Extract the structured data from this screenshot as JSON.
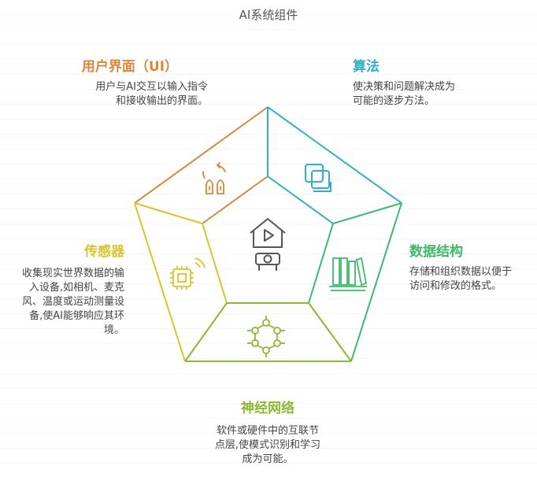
{
  "title": "AI系统组件",
  "colors": {
    "ui": "#d9873a",
    "algorithm": "#2eafc8",
    "data_structure": "#3cb96a",
    "neural_network": "#8ab934",
    "sensor": "#d6c52c"
  },
  "sections": {
    "ui": {
      "title": "用户界面（UI）",
      "desc": [
        "用户与AI交互以输入指令",
        "和接收输出的界面。"
      ],
      "icon": "hand-gesture-icon"
    },
    "algorithm": {
      "title": "算法",
      "desc": [
        "使决策和问题解决成为",
        "可能的逐步方法。"
      ],
      "icon": "stacked-squares-icon"
    },
    "data_structure": {
      "title": "数据结构",
      "desc": [
        "存储和组织数据以便于",
        "访问和修改的格式。"
      ],
      "icon": "bookshelf-icon"
    },
    "neural_network": {
      "title": "神经网络",
      "desc": [
        "软件或硬件中的互联节",
        "点层,使模式识别和学习",
        "成为可能。"
      ],
      "icon": "network-nodes-icon"
    },
    "sensor": {
      "title": "传感器",
      "desc": [
        "收集现实世界数据的输",
        "入设备,如相机、麦克",
        "风、温度或运动测量设",
        "备,使AI能够响应其环",
        "境。"
      ],
      "icon": "chip-signal-icon"
    }
  },
  "center_icon": "ai-home-robot-icon"
}
